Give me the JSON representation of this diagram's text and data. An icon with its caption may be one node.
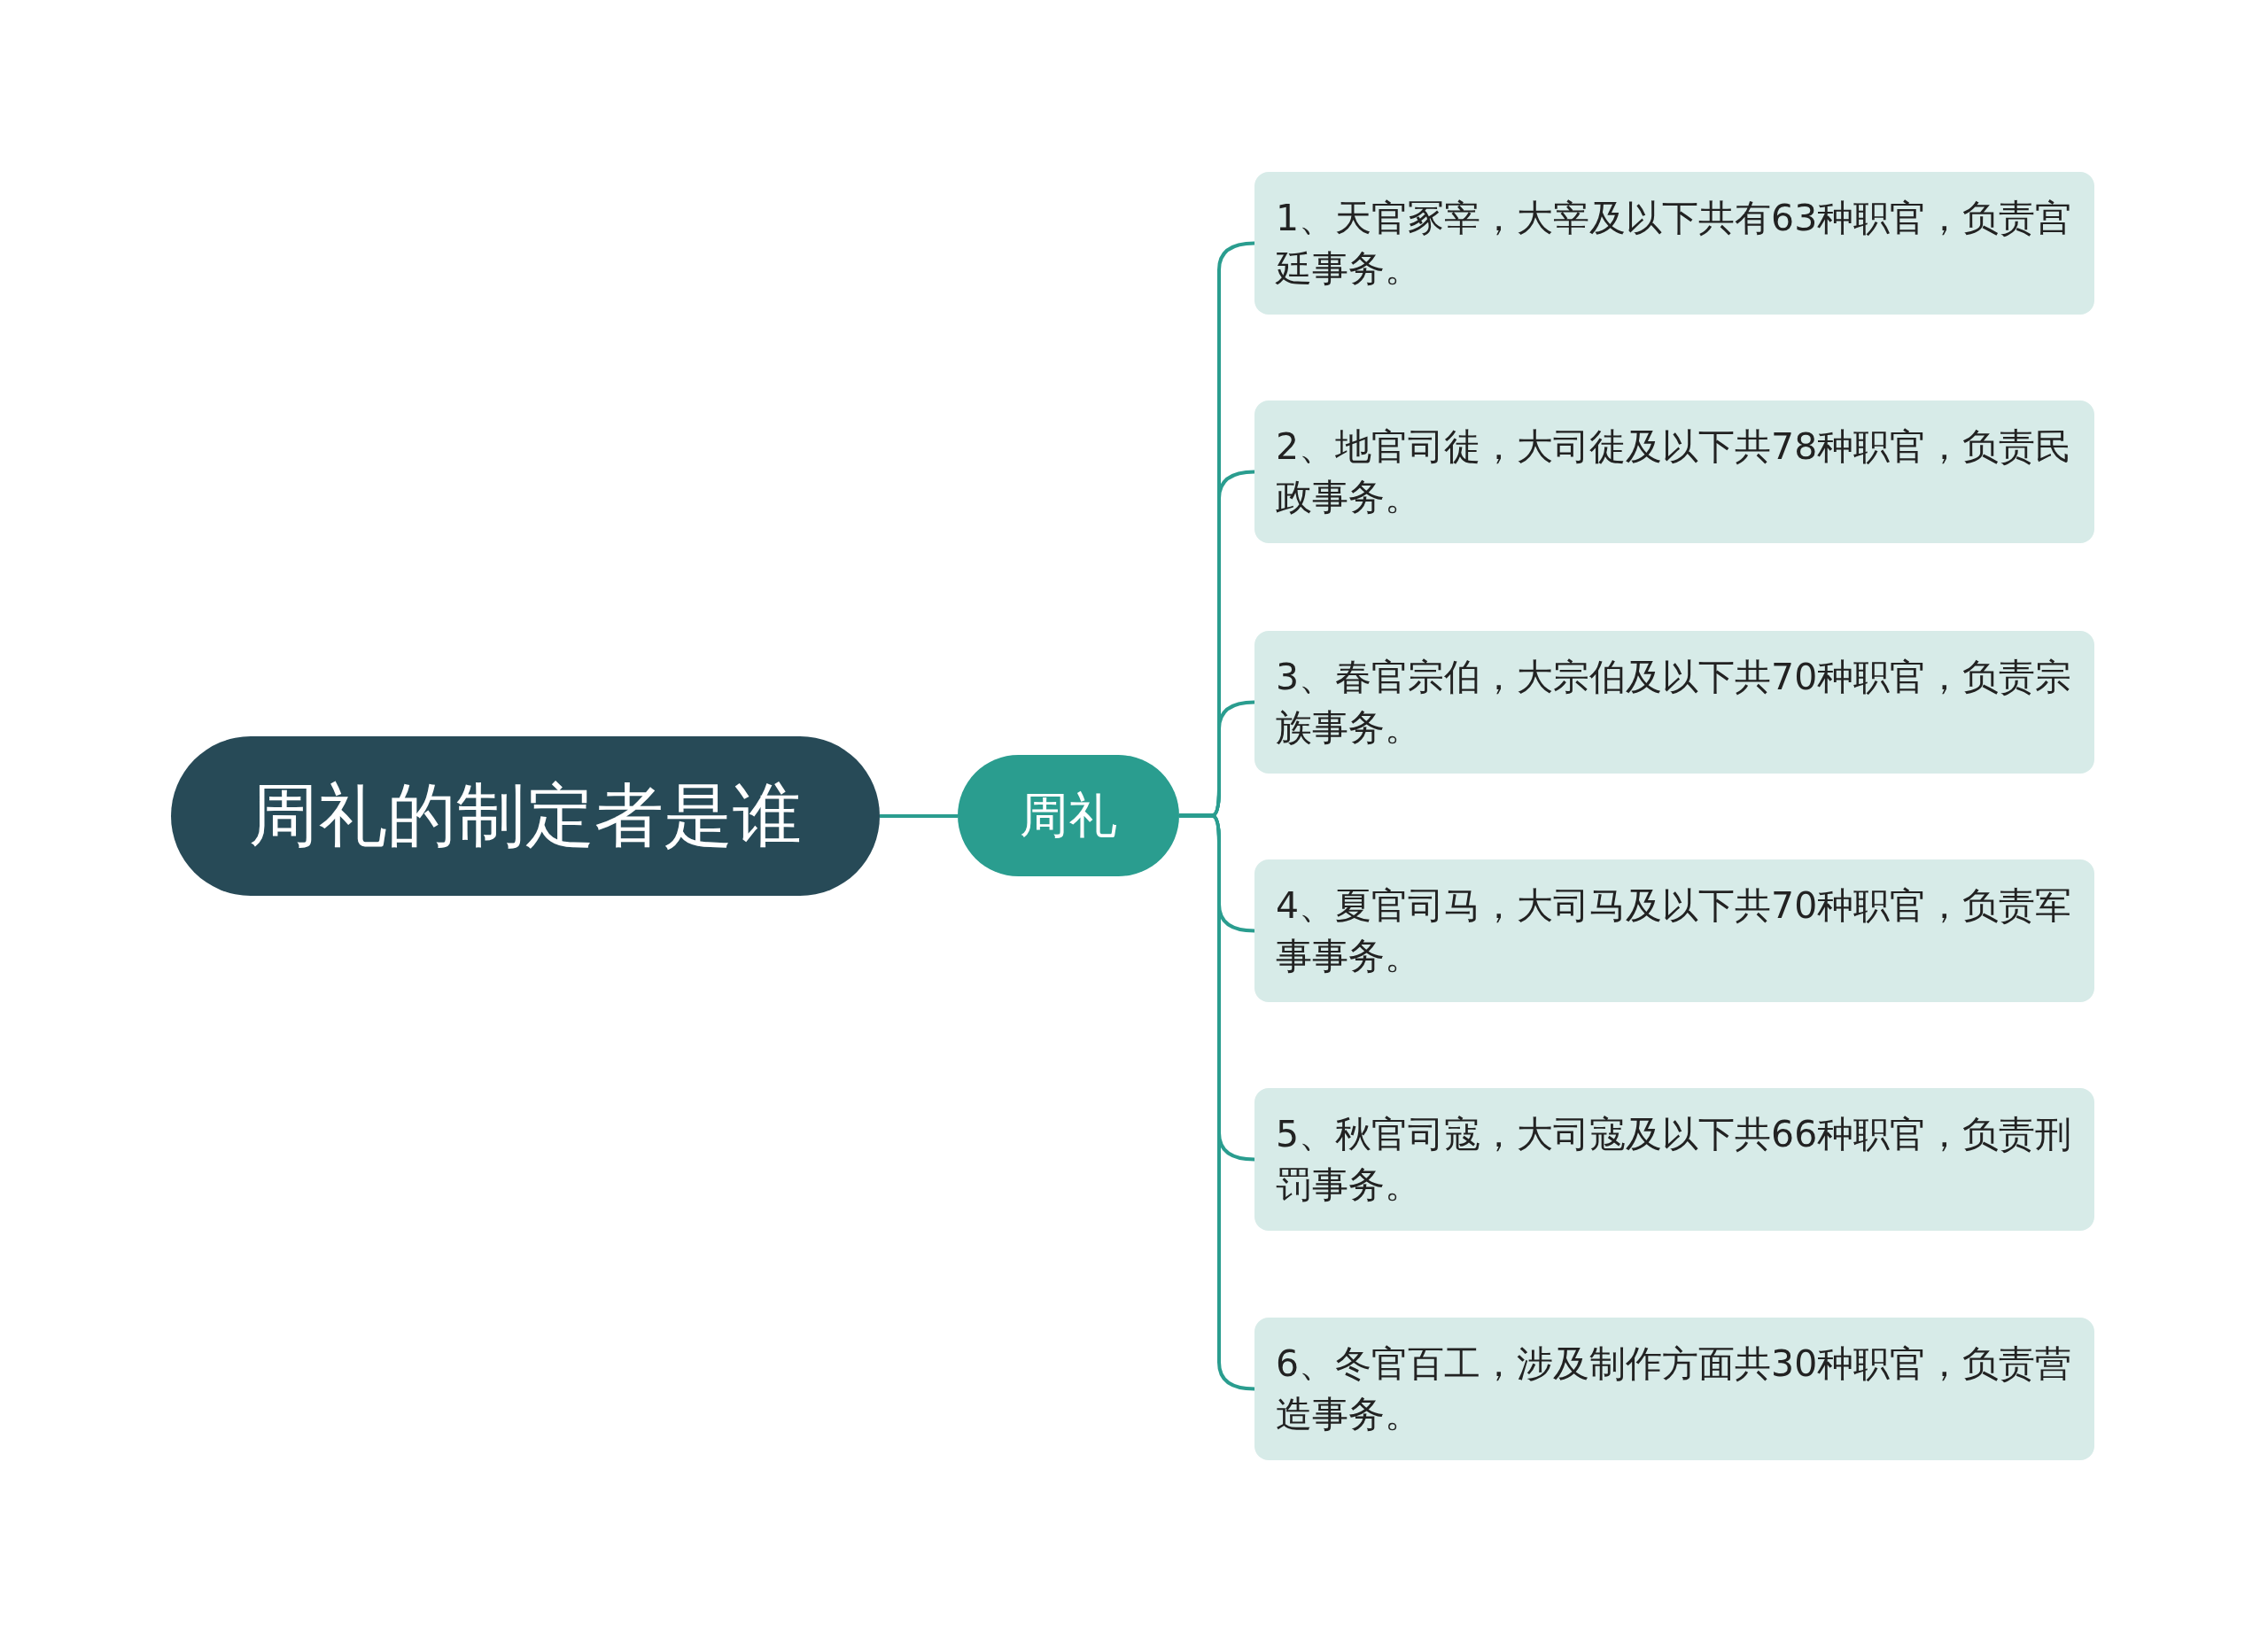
{
  "diagram": {
    "nodes": [
      {
        "text": [
          "周礼的制定者是谁"
        ]
      },
      {
        "text": [
          "周礼"
        ]
      },
      {
        "text": [
          "1、天官冢宰，大宰及以下共有63种职官，负责宫廷事务。"
        ]
      },
      {
        "text": [
          "2、地官司徒，大司徒及以下共78种职官，负责民政事务。"
        ]
      },
      {
        "text": [
          "3、春官宗伯，大宗伯及以下共70种职官，负责宗族事务。"
        ]
      },
      {
        "text": [
          "4、夏官司马，大司马及以下共70种职官，负责军事事务。"
        ]
      },
      {
        "text": [
          "5、秋官司寇，大司寇及以下共66种职官，负责刑罚事务。"
        ]
      },
      {
        "text": [
          "6、冬官百工，涉及制作方面共30种职官，负责营造事务。"
        ]
      }
    ],
    "edges": [
      {
        "from": 0,
        "to": 1,
        "arrow": "none"
      },
      {
        "from": 1,
        "to": 2,
        "arrow": "none"
      },
      {
        "from": 1,
        "to": 3,
        "arrow": "none"
      },
      {
        "from": 1,
        "to": 4,
        "arrow": "none"
      },
      {
        "from": 1,
        "to": 5,
        "arrow": "none"
      },
      {
        "from": 1,
        "to": 6,
        "arrow": "none"
      },
      {
        "from": 1,
        "to": 7,
        "arrow": "none"
      }
    ]
  }
}
